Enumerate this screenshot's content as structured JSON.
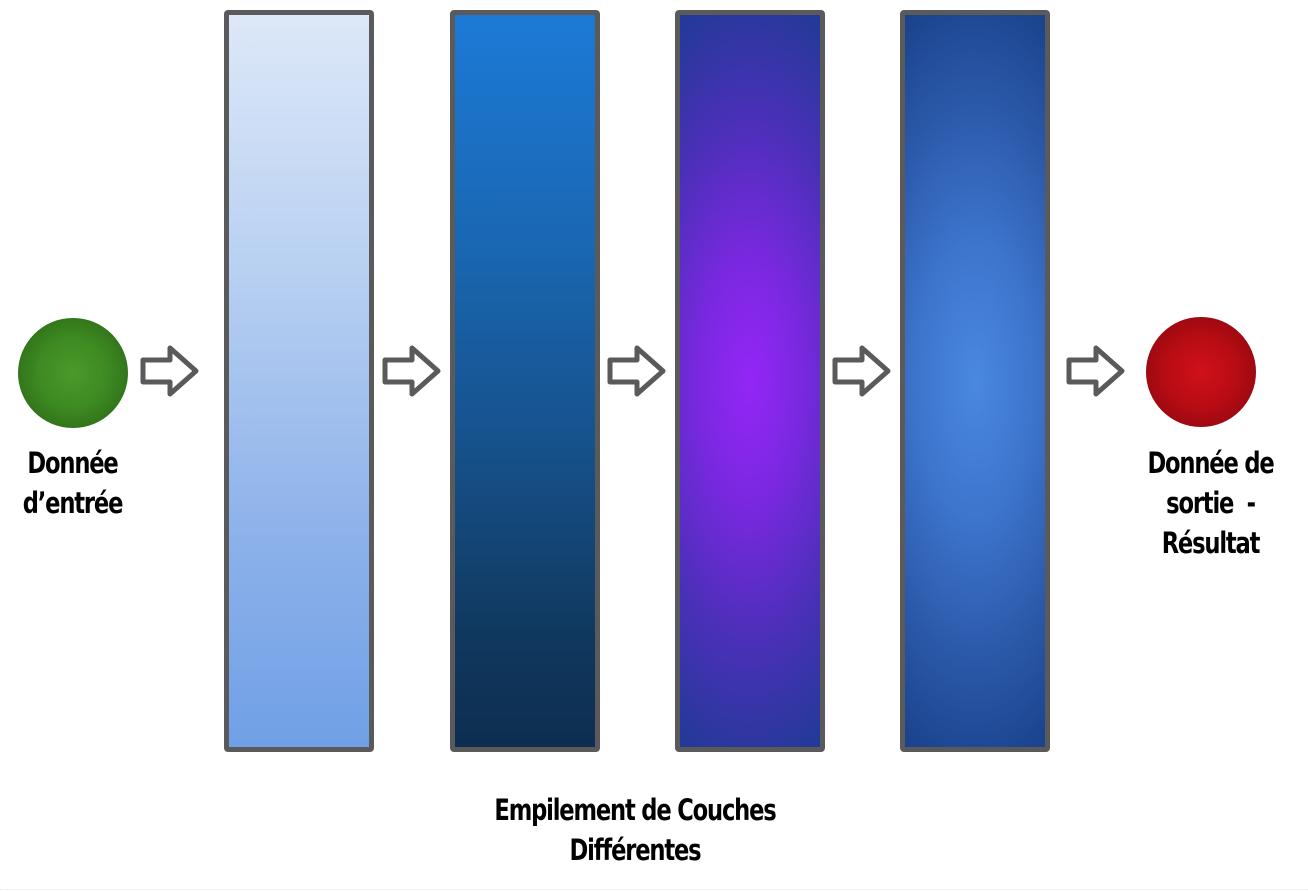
{
  "diagram": {
    "title": "Empilement de Couches Différentes",
    "input": {
      "label_line1": "Donnée",
      "label_line2": "d’entrée",
      "color": "#3d8a22"
    },
    "output": {
      "label_line1": "Donnée de",
      "label_line2": "sortie  -",
      "label_line3": "Résultat",
      "color": "#c00c16"
    },
    "stack_label": {
      "line1": "Empilement de Couches",
      "line2": "Différentes"
    },
    "layers": [
      {
        "name": "layer-1",
        "top_color": "#dde8f8",
        "bottom_color": "#70a0e6"
      },
      {
        "name": "layer-2",
        "top_color": "#1c7ad6",
        "bottom_color": "#0d2e50"
      },
      {
        "name": "layer-3",
        "center_color": "#9426f7",
        "edge_color": "#213a96"
      },
      {
        "name": "layer-4",
        "center_color": "#4a88e0",
        "edge_color": "#1a428c"
      }
    ],
    "arrows": [
      {
        "from": "input",
        "to": "layer-1"
      },
      {
        "from": "layer-1",
        "to": "layer-2"
      },
      {
        "from": "layer-2",
        "to": "layer-3"
      },
      {
        "from": "layer-3",
        "to": "layer-4"
      },
      {
        "from": "layer-4",
        "to": "output"
      }
    ],
    "border_color": "#5a5a5a"
  }
}
